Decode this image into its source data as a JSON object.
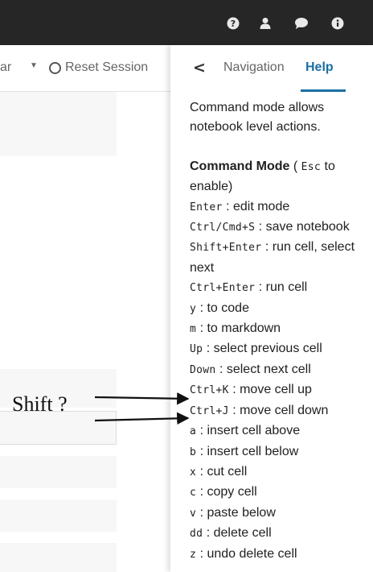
{
  "header": {
    "icons": [
      "question-circle-icon",
      "user-icon",
      "comment-icon",
      "info-circle-icon"
    ]
  },
  "toolbar": {
    "partial_label": "ar",
    "reset_label": "Reset Session"
  },
  "sidebar": {
    "back_symbol": "<",
    "tabs": [
      {
        "label": "Navigation",
        "active": false
      },
      {
        "label": "Help",
        "active": true
      }
    ],
    "accent_color": "#1b6fa3"
  },
  "help": {
    "intro": "Command mode allows notebook level actions.",
    "section_title": "Command Mode",
    "section_note_prefix": " ( ",
    "section_key": "Esc",
    "section_note_suffix": " to enable)",
    "shortcuts": [
      {
        "key": "Enter",
        "desc": " : edit mode"
      },
      {
        "key": "Ctrl/Cmd+S",
        "desc": " : save notebook"
      },
      {
        "key": "Shift+Enter",
        "desc": " : run cell, select next"
      },
      {
        "key": "Ctrl+Enter",
        "desc": " : run cell"
      },
      {
        "key": "y",
        "desc": " : to code"
      },
      {
        "key": "m",
        "desc": " : to markdown"
      },
      {
        "key": "Up",
        "desc": " : select previous cell"
      },
      {
        "key": "Down",
        "desc": " : select next cell"
      },
      {
        "key": "Ctrl+K",
        "desc": " : move cell up"
      },
      {
        "key": "Ctrl+J",
        "desc": " : move cell down"
      },
      {
        "key": "a",
        "desc": " : insert cell above"
      },
      {
        "key": "b",
        "desc": " : insert cell below"
      },
      {
        "key": "x",
        "desc": " : cut cell"
      },
      {
        "key": "c",
        "desc": " : copy cell"
      },
      {
        "key": "v",
        "desc": " : paste below"
      },
      {
        "key": "dd",
        "desc": " : delete cell"
      },
      {
        "key": "z",
        "desc": " : undo delete cell"
      }
    ]
  },
  "annotation": {
    "label": "Shift ?"
  }
}
